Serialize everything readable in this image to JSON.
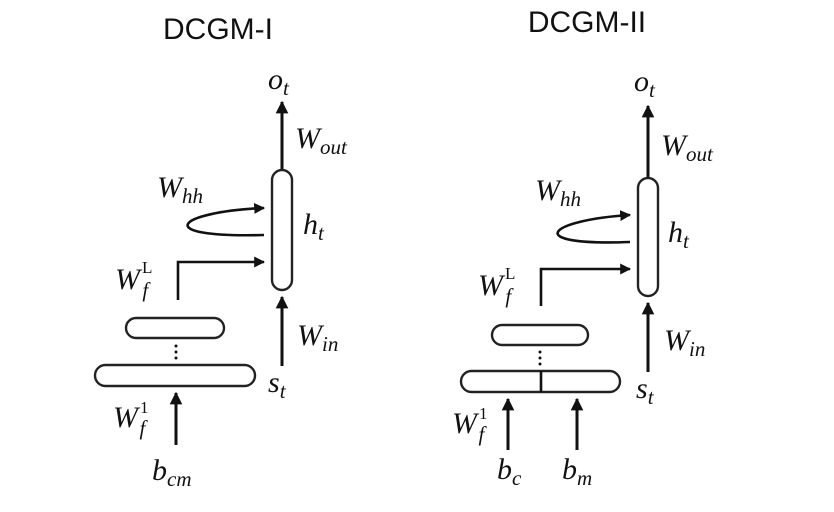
{
  "diagrams": [
    {
      "title": "DCGM-I",
      "output": {
        "base": "o",
        "sub": "t"
      },
      "w_out": {
        "base": "W",
        "sub": "out"
      },
      "hidden": {
        "base": "h",
        "sub": "t"
      },
      "w_hh": {
        "base": "W",
        "sub": "hh"
      },
      "w_f_top": {
        "base": "W",
        "sub": "f",
        "sup": "L"
      },
      "w_in": {
        "base": "W",
        "sub": "in"
      },
      "state": {
        "base": "s",
        "sub": "t"
      },
      "w_f_bottom": {
        "base": "W",
        "sub": "f",
        "sup": "1"
      },
      "input": {
        "base": "b",
        "sub": "cm"
      }
    },
    {
      "title": "DCGM-II",
      "output": {
        "base": "o",
        "sub": "t"
      },
      "w_out": {
        "base": "W",
        "sub": "out"
      },
      "hidden": {
        "base": "h",
        "sub": "t"
      },
      "w_hh": {
        "base": "W",
        "sub": "hh"
      },
      "w_f_top": {
        "base": "W",
        "sub": "f",
        "sup": "L"
      },
      "w_in": {
        "base": "W",
        "sub": "in"
      },
      "state": {
        "base": "s",
        "sub": "t"
      },
      "w_f_bottom": {
        "base": "W",
        "sub": "f",
        "sup": "1"
      },
      "input_left": {
        "base": "b",
        "sub": "c"
      },
      "input_right": {
        "base": "b",
        "sub": "m"
      }
    }
  ]
}
